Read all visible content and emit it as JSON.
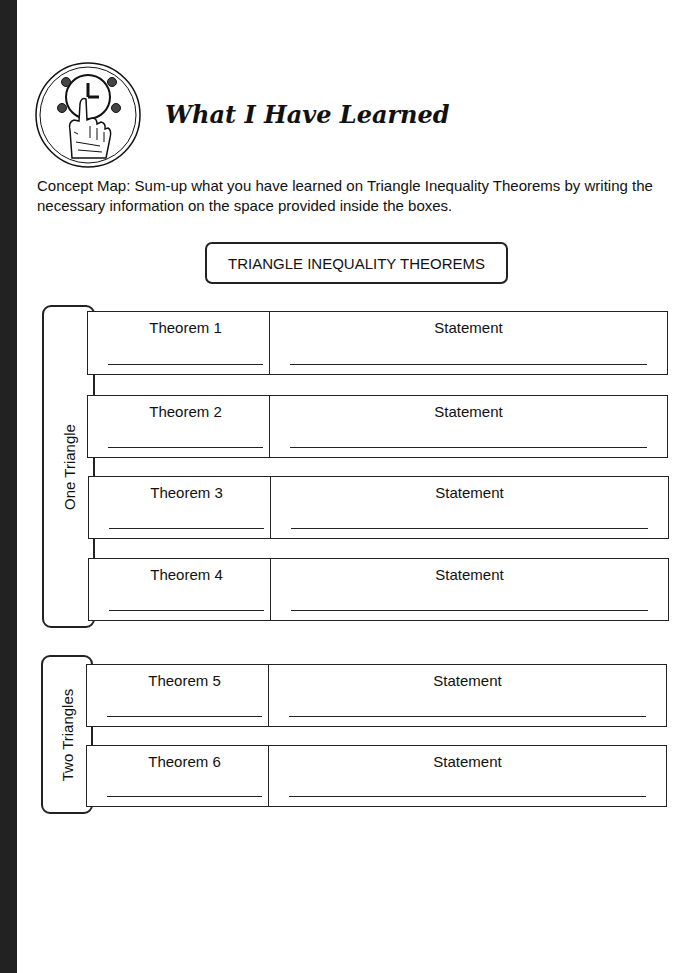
{
  "diagram": {
    "title": "What I Have Learned",
    "nodes": [
      {
        "text": [
          "TRIANGLE INEQUALITY THEOREMS"
        ]
      },
      {
        "text": [
          "One Triangle"
        ]
      },
      {
        "text": [
          "Theorem 1"
        ]
      },
      {
        "text": [
          "Statement"
        ]
      },
      {
        "text": [
          "Theorem 2"
        ]
      },
      {
        "text": [
          "Statement"
        ]
      },
      {
        "text": [
          "Theorem 3"
        ]
      },
      {
        "text": [
          "Statement"
        ]
      },
      {
        "text": [
          "Theorem 4"
        ]
      },
      {
        "text": [
          "Statement"
        ]
      },
      {
        "text": [
          "Two Triangles"
        ]
      },
      {
        "text": [
          "Theorem 5"
        ]
      },
      {
        "text": [
          "Statement"
        ]
      },
      {
        "text": [
          "Theorem 6"
        ]
      },
      {
        "text": [
          "Statement"
        ]
      }
    ],
    "labels": [
      "Concept Map: Sum-up what you have learned on Triangle Inequality Theorems by writing the necessary information on the space provided inside the boxes."
    ]
  }
}
